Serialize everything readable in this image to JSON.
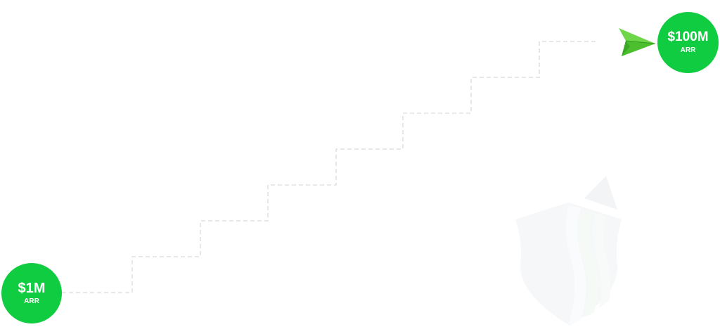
{
  "colors": {
    "accent_green": "#10cc40",
    "path_dash": "#d9d9d9",
    "plane_green": "#5fcf3a",
    "shield_tint": "#e9eef1"
  },
  "start_milestone": {
    "amount": "$1M",
    "unit": "ARR"
  },
  "end_milestone": {
    "amount": "$100M",
    "unit": "ARR"
  },
  "icons": [
    "paper-plane-icon",
    "shield-icon"
  ]
}
